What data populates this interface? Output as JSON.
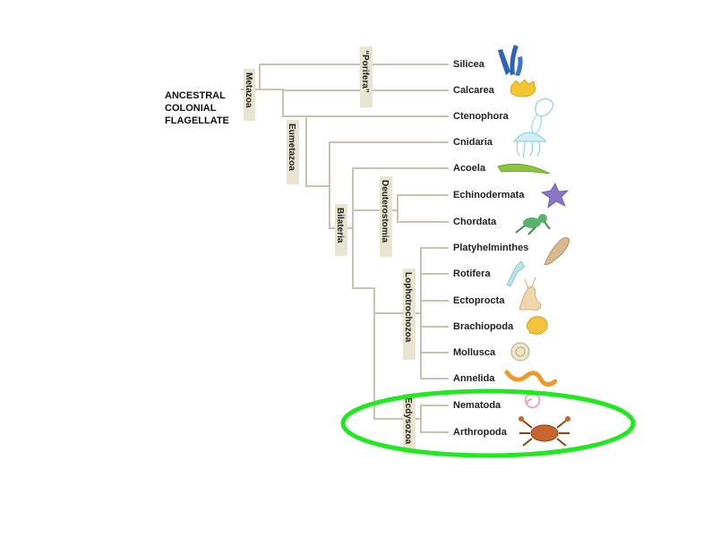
{
  "root_label": [
    "ANCESTRAL",
    "COLONIAL",
    "FLAGELLATE"
  ],
  "taxa": [
    {
      "name": "Silicea",
      "icon": "sponge-icon"
    },
    {
      "name": "Calcarea",
      "icon": "calcareous-sponge-icon"
    },
    {
      "name": "Ctenophora",
      "icon": "comb-jelly-icon"
    },
    {
      "name": "Cnidaria",
      "icon": "jellyfish-icon"
    },
    {
      "name": "Acoela",
      "icon": "acoel-worm-icon"
    },
    {
      "name": "Echinodermata",
      "icon": "sea-star-icon"
    },
    {
      "name": "Chordata",
      "icon": "frog-icon"
    },
    {
      "name": "Platyhelminthes",
      "icon": "flatworm-icon"
    },
    {
      "name": "Rotifera",
      "icon": "rotifer-icon"
    },
    {
      "name": "Ectoprocta",
      "icon": "bryozoan-icon"
    },
    {
      "name": "Brachiopoda",
      "icon": "brachiopod-icon"
    },
    {
      "name": "Mollusca",
      "icon": "snail-icon"
    },
    {
      "name": "Annelida",
      "icon": "segmented-worm-icon"
    },
    {
      "name": "Nematoda",
      "icon": "roundworm-icon"
    },
    {
      "name": "Arthropoda",
      "icon": "crab-icon"
    }
  ],
  "clades": {
    "metazoa": "Metazoa",
    "porifera": "“Porifera”",
    "eumetazoa": "Eumetazoa",
    "bilateria": "Bilateria",
    "deuterostomia": "Deuterostomia",
    "lophotrochozoa": "Lophotrochozoa",
    "ecdysozoa": "Ecdysozoa"
  },
  "colors": {
    "branch": "#c9c2ad",
    "clade_label_bg": "#e8e4cf",
    "highlight_ring": "#22e822"
  },
  "highlight": {
    "target": "Ecdysozoa",
    "shape": "ellipse"
  }
}
